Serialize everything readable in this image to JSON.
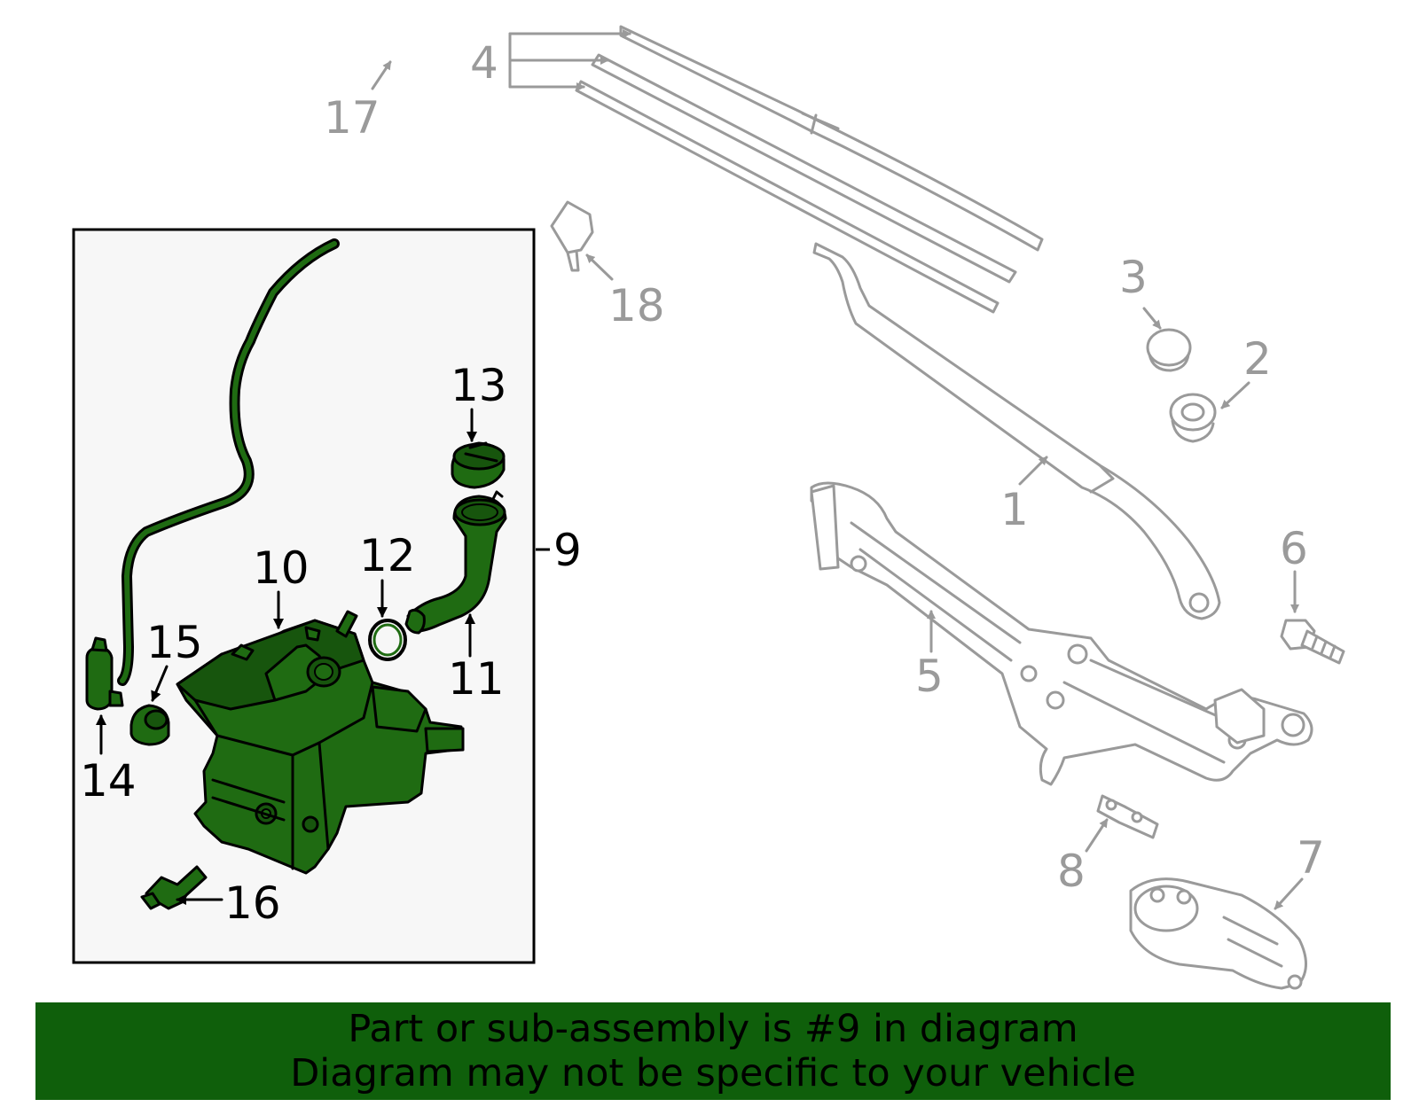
{
  "diagram": {
    "callouts": {
      "c1": "1",
      "c2": "2",
      "c3": "3",
      "c4": "4",
      "c5": "5",
      "c6": "6",
      "c7": "7",
      "c8": "8",
      "c9": "9",
      "c10": "10",
      "c11": "11",
      "c12": "12",
      "c13": "13",
      "c14": "14",
      "c15": "15",
      "c16": "16",
      "c17": "17",
      "c18": "18"
    },
    "highlighted_callout": "9",
    "colors": {
      "highlight_part": "#1f6b12",
      "banner_background": "#0f5f0b",
      "inactive_part_line": "#9a9a9a",
      "inset_background": "#f7f7f7"
    }
  },
  "banner": {
    "line1": "Part or sub-assembly is #9 in diagram",
    "line2": "Diagram may not be specific to your vehicle"
  }
}
